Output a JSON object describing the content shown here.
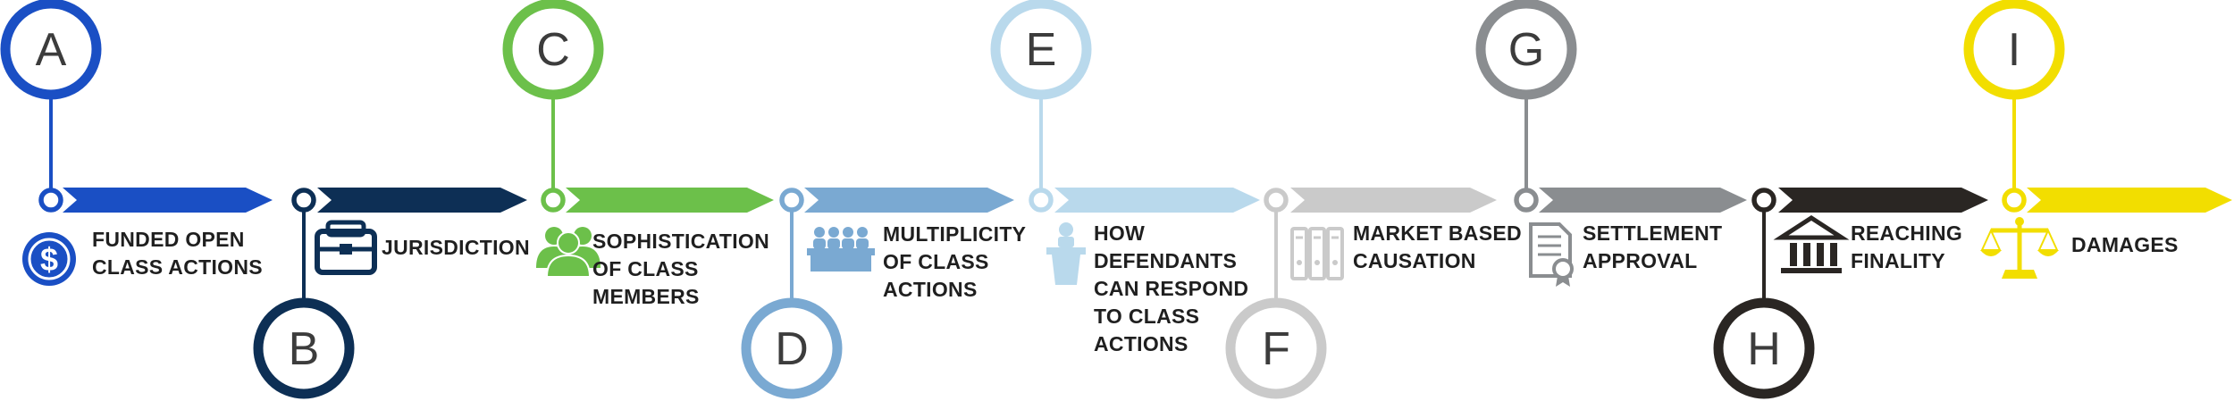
{
  "steps": [
    {
      "letter": "A",
      "label": "FUNDED OPEN\nCLASS ACTIONS",
      "color": "#1a4fc4",
      "marker": "top",
      "icon": "dollar-coin-icon"
    },
    {
      "letter": "B",
      "label": "JURISDICTION",
      "color": "#0d2f55",
      "marker": "bottom",
      "icon": "briefcase-icon"
    },
    {
      "letter": "C",
      "label": "SOPHISTICATION\nOF CLASS\nMEMBERS",
      "color": "#6cc04a",
      "marker": "top",
      "icon": "people-group-icon"
    },
    {
      "letter": "D",
      "label": "MULTIPLICITY\nOF CLASS\nACTIONS",
      "color": "#7aa9d2",
      "marker": "bottom",
      "icon": "panel-table-icon"
    },
    {
      "letter": "E",
      "label": "HOW\nDEFENDANTS\nCAN RESPOND\nTO CLASS\nACTIONS",
      "color": "#b9d9ec",
      "marker": "top",
      "icon": "podium-speaker-icon"
    },
    {
      "letter": "F",
      "label": "MARKET BASED\nCAUSATION",
      "color": "#cacaca",
      "marker": "bottom",
      "icon": "binders-icon"
    },
    {
      "letter": "G",
      "label": "SETTLEMENT\nAPPROVAL",
      "color": "#8a8d90",
      "marker": "top",
      "icon": "certificate-document-icon"
    },
    {
      "letter": "H",
      "label": "REACHING\nFINALITY",
      "color": "#2a2623",
      "marker": "bottom",
      "icon": "courthouse-icon"
    },
    {
      "letter": "I",
      "label": "DAMAGES",
      "color": "#f2de00",
      "marker": "top",
      "icon": "scales-of-justice-icon"
    }
  ]
}
